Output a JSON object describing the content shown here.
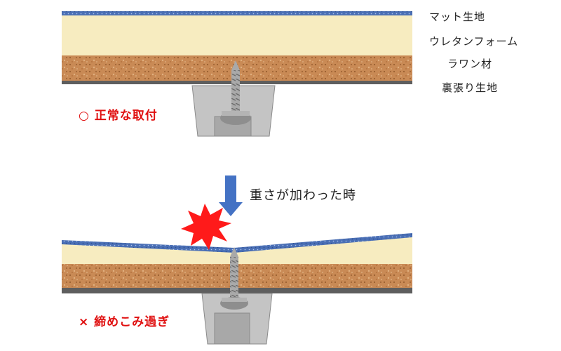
{
  "legend": {
    "labels": [
      "マット生地",
      "ウレタンフォーム",
      "ラワン材",
      "裏張り生地"
    ]
  },
  "top_panel": {
    "status_label": "○ 正常な取付"
  },
  "bottom_panel": {
    "status_label": "× 締めこみ過ぎ",
    "force_label": "重さが加わった時"
  },
  "colors": {
    "mat": "#4a6fb5",
    "urethane": "#f7ecc0",
    "plywood": "#c98a55",
    "backing": "#5e5e5e",
    "bracket": "#c4c4c4",
    "bracket_inner": "#a8a8a8",
    "arrow": "#4472c4",
    "impact": "#ff1a1a",
    "alert_text": "#e01010"
  }
}
